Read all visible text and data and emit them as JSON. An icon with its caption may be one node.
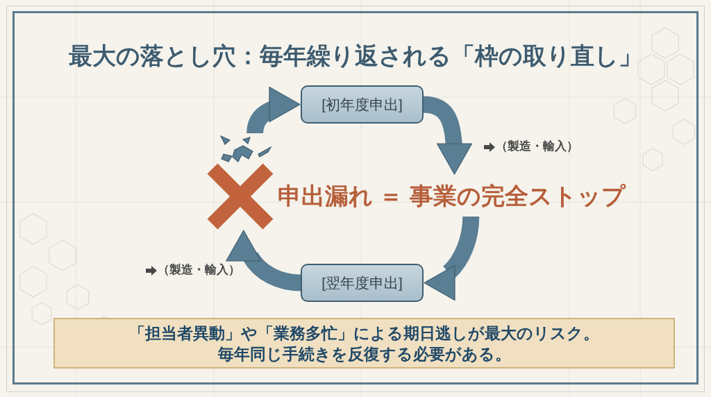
{
  "diagram": {
    "title": "最大の落とし穴：毎年繰り返される「枠の取り直し」",
    "nodes": [
      {
        "text": [
          "[初年度申出]"
        ]
      },
      {
        "text": [],
        "shape": "cross"
      },
      {
        "text": [
          "申出漏れ ＝ 事業の完全ストップ"
        ]
      },
      {
        "text": [
          "[翌年度申出]"
        ]
      },
      {
        "text": [
          "「担当者異動」や「業務多忙」による期日逃しが最大のリスク。毎年同じ手続きを反復する必要がある。"
        ]
      }
    ],
    "edges": [
      {
        "from": 0,
        "to": 2,
        "arrow": "to"
      },
      {
        "from": 2,
        "to": 3,
        "arrow": "to"
      },
      {
        "from": 3,
        "to": 1,
        "arrow": "to"
      },
      {
        "from": 1,
        "to": 0,
        "arrow": "to"
      }
    ],
    "labels": [
      "（製造・輸入）",
      "（製造・輸入）"
    ]
  }
}
